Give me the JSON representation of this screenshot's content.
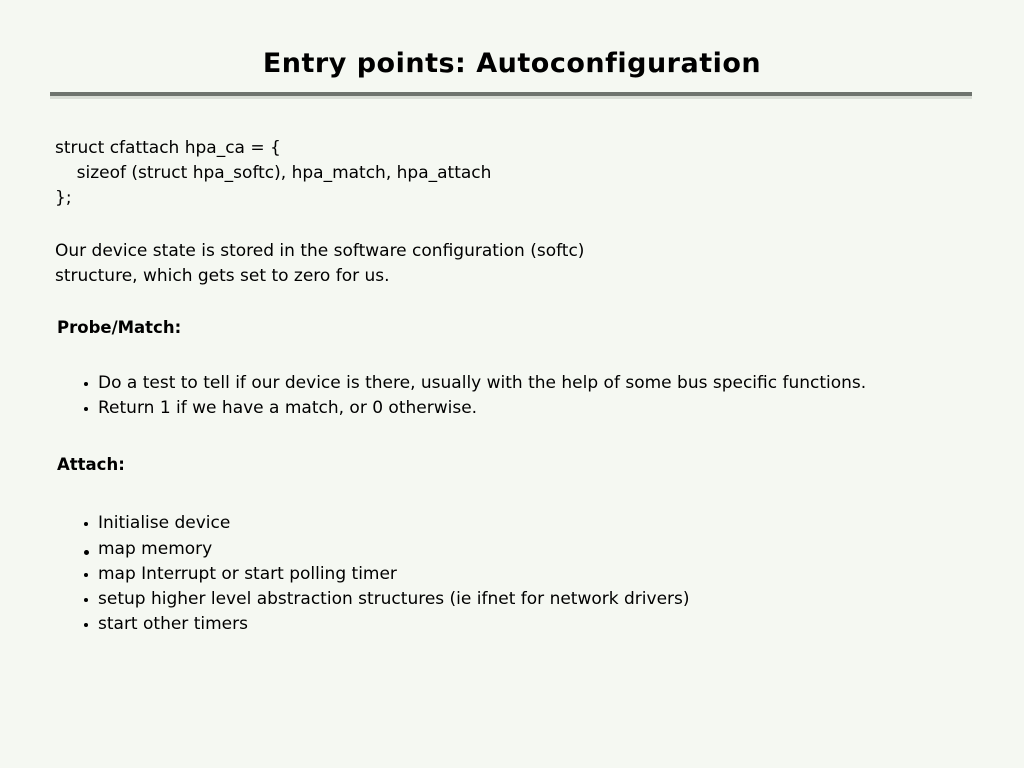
{
  "slide": {
    "title": "Entry points: Autoconfiguration",
    "background_color": "#f5f8f2",
    "rule_color": "#6e736e",
    "code_block": "struct cfattach hpa_ca = {\n    sizeof (struct hpa_softc), hpa_match, hpa_attach\n};",
    "paragraph": {
      "line1": "Our device state is stored in the software configuration (softc)",
      "line2": "structure, which gets set to zero for us."
    },
    "sections": [
      {
        "heading": "Probe/Match:",
        "bullets": [
          "Do a test to tell if our device is there, usually with the help of some bus specific functions.",
          "Return 1 if we have a match, or 0 otherwise."
        ]
      },
      {
        "heading": "Attach:",
        "bullets": [
          "Initialise device",
          "map memory",
          "map Interrupt or start polling timer",
          "setup higher level abstraction structures (ie ifnet for network drivers)",
          "start other timers"
        ]
      }
    ]
  }
}
